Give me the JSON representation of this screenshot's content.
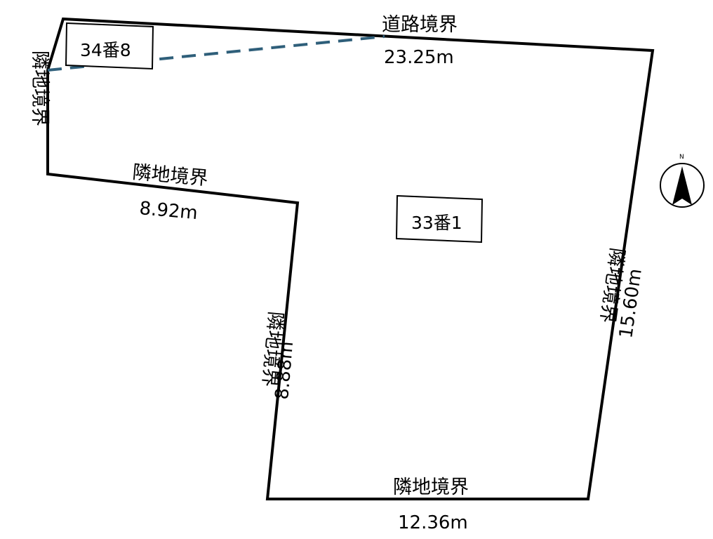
{
  "diagram": {
    "type": "land-survey-plat",
    "lots": [
      {
        "id": "lot-main",
        "label": "33番1"
      },
      {
        "id": "lot-corner",
        "label": "34番8"
      }
    ],
    "boundaries": [
      {
        "id": "road-north",
        "kind": "道路境界",
        "length": "23.25m"
      },
      {
        "id": "adjacent-west",
        "kind": "隣地境界",
        "length": ""
      },
      {
        "id": "adjacent-mid",
        "kind": "隣地境界",
        "length": "8.92m"
      },
      {
        "id": "adjacent-inner",
        "kind": "隣地境界",
        "length": "8.88m"
      },
      {
        "id": "adjacent-east",
        "kind": "隣地境界",
        "length": "15.60m"
      },
      {
        "id": "adjacent-south",
        "kind": "隣地境界",
        "length": "12.36m"
      }
    ],
    "compass": {
      "label": "N"
    },
    "colors": {
      "outline": "#000000",
      "road_dash": "#2f5f7a",
      "background": "#ffffff"
    }
  }
}
